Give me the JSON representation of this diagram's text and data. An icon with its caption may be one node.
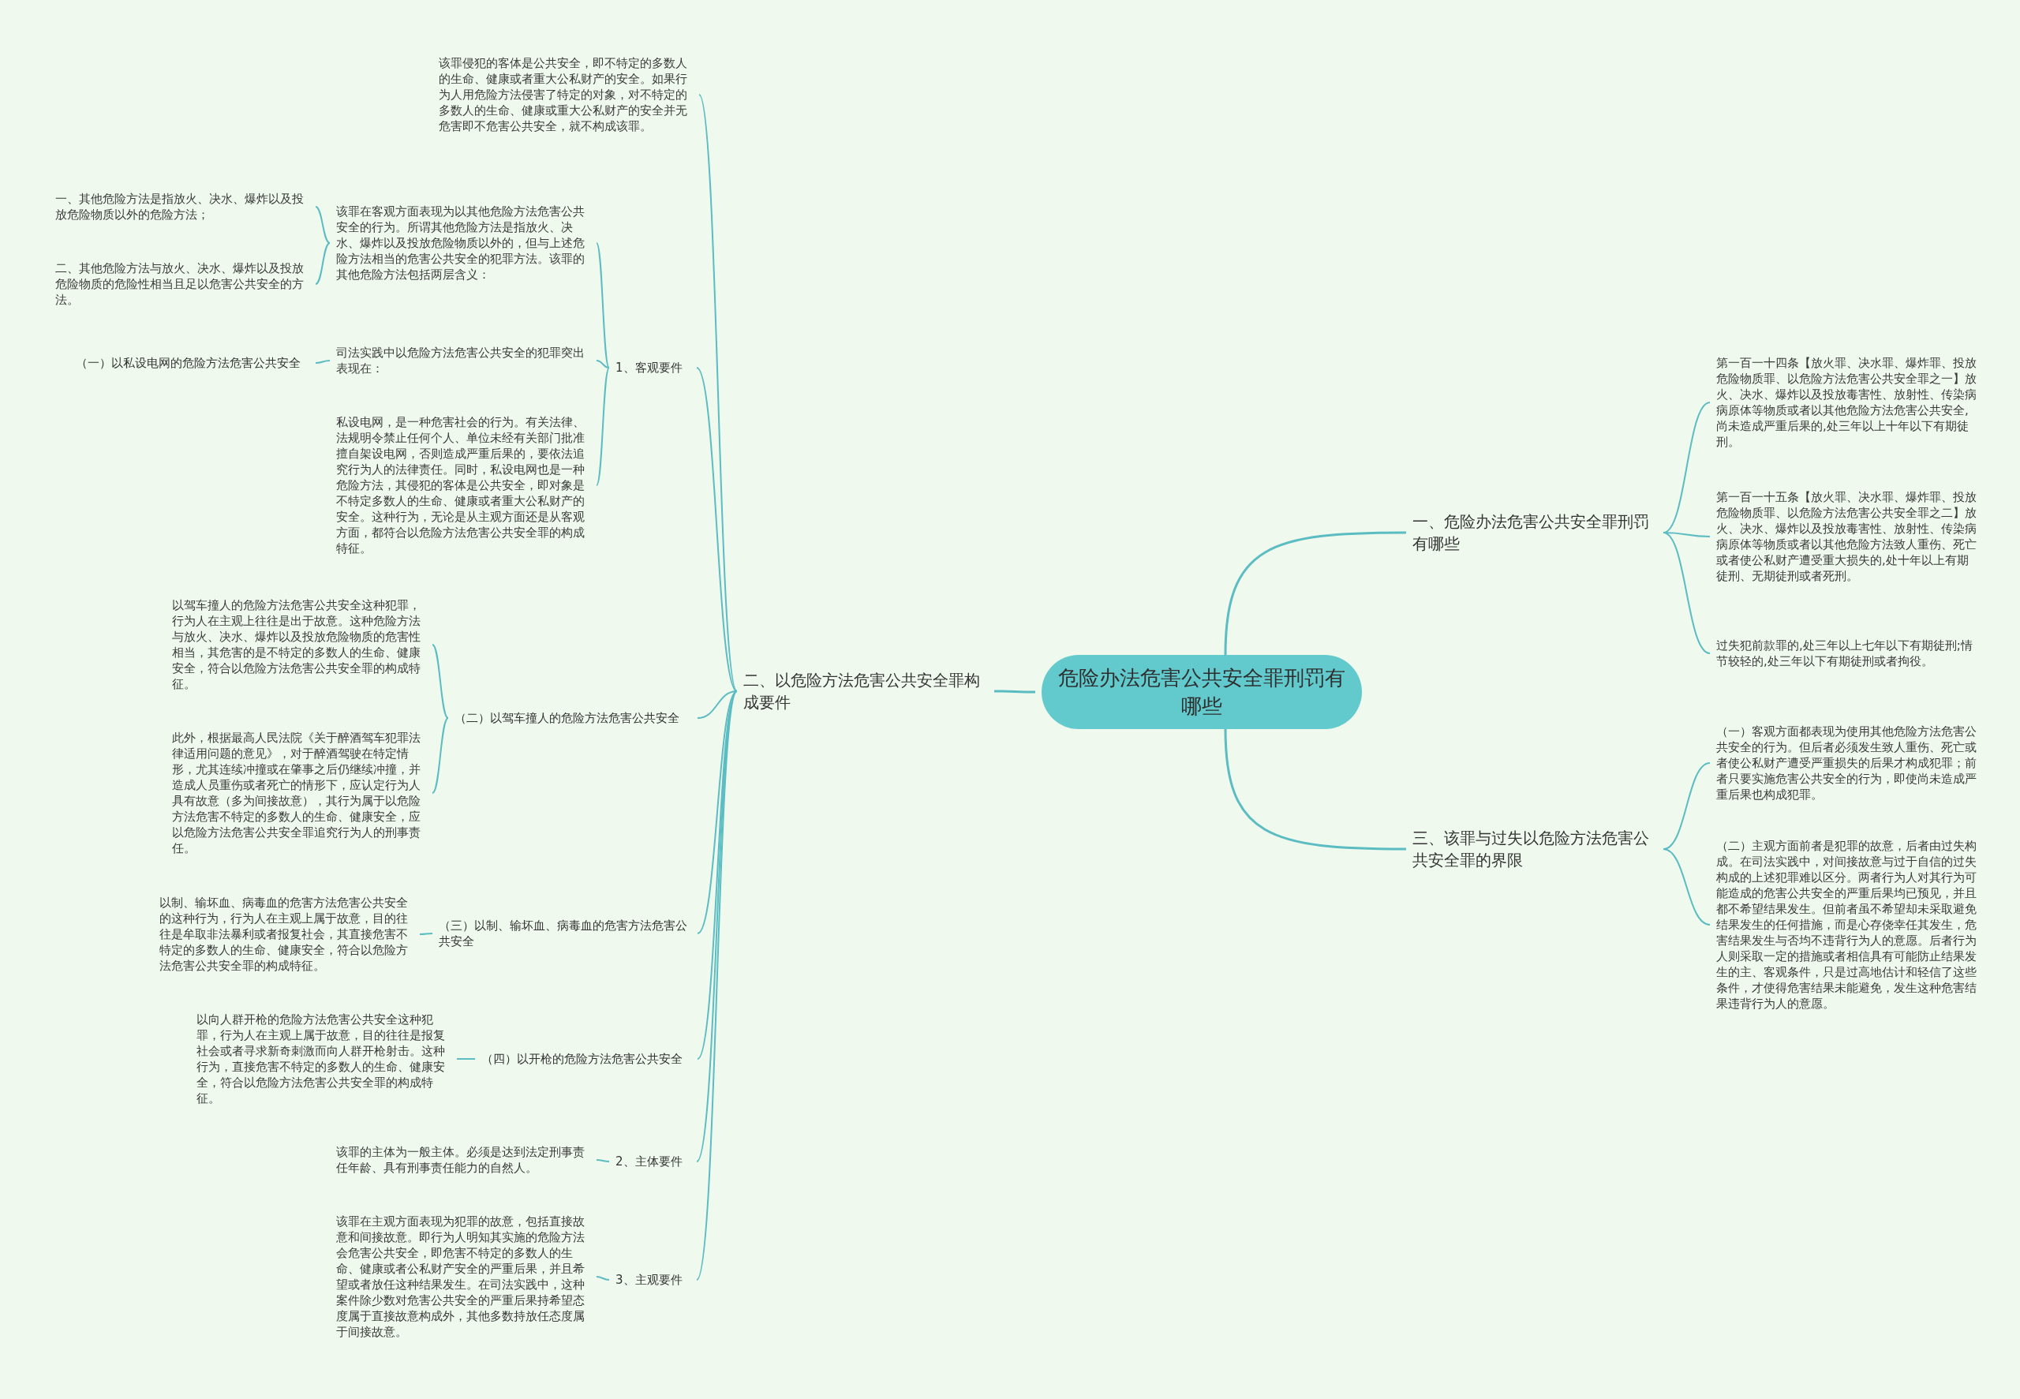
{
  "diagram": {
    "nodes": [
      {
        "text": [
          "危险办法危害公共安全罪刑罚有哪些"
        ]
      },
      {
        "text": [
          "一、危险办法危害公共安全罪刑罚有哪些"
        ]
      },
      {
        "text": [
          "第一百一十四条【放火罪、决水罪、爆炸罪、投放危险物质罪、以危险方法危害公共安全罪之一】放火、决水、爆炸以及投放毒害性、放射性、传染病病原体等物质或者以其他危险方法危害公共安全,尚未造成严重后果的,处三年以上十年以下有期徒刑。"
        ]
      },
      {
        "text": [
          "第一百一十五条【放火罪、决水罪、爆炸罪、投放危险物质罪、以危险方法危害公共安全罪之二】放火、决水、爆炸以及投放毒害性、放射性、传染病病原体等物质或者以其他危险方法致人重伤、死亡或者使公私财产遭受重大损失的,处十年以上有期徒刑、无期徒刑或者死刑。"
        ]
      },
      {
        "text": [
          "过失犯前款罪的,处三年以上七年以下有期徒刑;情节较轻的,处三年以下有期徒刑或者拘役。"
        ]
      },
      {
        "text": [
          "三、该罪与过失以危险方法危害公共安全罪的界限"
        ]
      },
      {
        "text": [
          "（一）客观方面都表现为使用其他危险方法危害公共安全的行为。但后者必须发生致人重伤、死亡或者使公私财产遭受严重损失的后果才构成犯罪；前者只要实施危害公共安全的行为，即使尚未造成严重后果也构成犯罪。"
        ]
      },
      {
        "text": [
          "（二）主观方面前者是犯罪的故意，后者由过失构成。在司法实践中，对间接故意与过于自信的过失构成的上述犯罪难以区分。两者行为人对其行为可能造成的危害公共安全的严重后果均已预见，并且都不希望结果发生。但前者虽不希望却未采取避免结果发生的任何措施，而是心存侥幸任其发生，危害结果发生与否均不违背行为人的意愿。后者行为人则采取一定的措施或者相信具有可能防止结果发生的主、客观条件，只是过高地估计和轻信了这些条件，才使得危害结果未能避免，发生这种危害结果违背行为人的意愿。"
        ]
      },
      {
        "text": [
          "二、以危险方法危害公共安全罪构成要件"
        ]
      },
      {
        "text": [
          "1、客观要件"
        ]
      },
      {
        "text": [
          "该罪侵犯的客体是公共安全，即不特定的多数人的生命、健康或者重大公私财产的安全。如果行为人用危险方法侵害了特定的对象，对不特定的多数人的生命、健康或重大公私财产的安全并无危害即不危害公共安全，就不构成该罪。"
        ]
      },
      {
        "text": [
          "该罪在客观方面表现为以其他危险方法危害公共安全的行为。所谓其他危险方法是指放火、决水、爆炸以及投放危险物质以外的，但与上述危险方法相当的危害公共安全的犯罪方法。该罪的其他危险方法包括两层含义："
        ]
      },
      {
        "text": [
          "一、其他危险方法是指放火、决水、爆炸以及投放危险物质以外的危险方法；"
        ]
      },
      {
        "text": [
          "二、其他危险方法与放火、决水、爆炸以及投放危险物质的危险性相当且足以危害公共安全的方法。"
        ]
      },
      {
        "text": [
          "司法实践中以危险方法危害公共安全的犯罪突出表现在："
        ]
      },
      {
        "text": [
          "（一）以私设电网的危险方法危害公共安全"
        ]
      },
      {
        "text": [
          "私设电网，是一种危害社会的行为。有关法律、法规明令禁止任何个人、单位未经有关部门批准擅自架设电网，否则造成严重后果的，要依法追究行为人的法律责任。同时，私设电网也是一种危险方法，其侵犯的客体是公共安全，即对象是不特定多数人的生命、健康或者重大公私财产的安全。这种行为，无论是从主观方面还是从客观方面，都符合以危险方法危害公共安全罪的构成特征。"
        ]
      },
      {
        "text": [
          "（二）以驾车撞人的危险方法危害公共安全"
        ]
      },
      {
        "text": [
          "以驾车撞人的危险方法危害公共安全这种犯罪，行为人在主观上往往是出于故意。这种危险方法与放火、决水、爆炸以及投放危险物质的危害性相当，其危害的是不特定的多数人的生命、健康安全，符合以危险方法危害公共安全罪的构成特征。"
        ]
      },
      {
        "text": [
          "此外，根据最高人民法院《关于醉酒驾车犯罪法律适用问题的意见》，对于醉酒驾驶在特定情形，尤其连续冲撞或在肇事之后仍继续冲撞，并造成人员重伤或者死亡的情形下，应认定行为人具有故意（多为间接故意），其行为属于以危险方法危害不特定的多数人的生命、健康安全，应以危险方法危害公共安全罪追究行为人的刑事责任。"
        ]
      },
      {
        "text": [
          "（三）以制、输坏血、病毒血的危害方法危害公共安全"
        ]
      },
      {
        "text": [
          "以制、输坏血、病毒血的危害方法危害公共安全的这种行为，行为人在主观上属于故意，目的往往是牟取非法暴利或者报复社会，其直接危害不特定的多数人的生命、健康安全，符合以危险方法危害公共安全罪的构成特征。"
        ]
      },
      {
        "text": [
          "（四）以开枪的危险方法危害公共安全"
        ]
      },
      {
        "text": [
          "以向人群开枪的危险方法危害公共安全这种犯罪，行为人在主观上属于故意，目的往往是报复社会或者寻求新奇刺激而向人群开枪射击。这种行为，直接危害不特定的多数人的生命、健康安全，符合以危险方法危害公共安全罪的构成特征。"
        ]
      },
      {
        "text": [
          "2、主体要件"
        ]
      },
      {
        "text": [
          "该罪的主体为一般主体。必须是达到法定刑事责任年龄、具有刑事责任能力的自然人。"
        ]
      },
      {
        "text": [
          "3、主观要件"
        ]
      },
      {
        "text": [
          "该罪在主观方面表现为犯罪的故意，包括直接故意和间接故意。即行为人明知其实施的危险方法会危害公共安全，即危害不特定的多数人的生命、健康或者公私财产安全的严重后果，并且希望或者放任这种结果发生。在司法实践中，这种案件除少数对危害公共安全的严重后果持希望态度属于直接故意构成外，其他多数持放任态度属于间接故意。"
        ]
      }
    ],
    "edges": [
      {
        "from": 0,
        "to": 1,
        "arrow": "none"
      },
      {
        "from": 1,
        "to": 2,
        "arrow": "none"
      },
      {
        "from": 1,
        "to": 3,
        "arrow": "none"
      },
      {
        "from": 1,
        "to": 4,
        "arrow": "none"
      },
      {
        "from": 0,
        "to": 5,
        "arrow": "none"
      },
      {
        "from": 5,
        "to": 6,
        "arrow": "none"
      },
      {
        "from": 5,
        "to": 7,
        "arrow": "none"
      },
      {
        "from": 0,
        "to": 8,
        "arrow": "none"
      },
      {
        "from": 8,
        "to": 10,
        "arrow": "none"
      },
      {
        "from": 8,
        "to": 9,
        "arrow": "none"
      },
      {
        "from": 9,
        "to": 11,
        "arrow": "none"
      },
      {
        "from": 11,
        "to": 12,
        "arrow": "none"
      },
      {
        "from": 11,
        "to": 13,
        "arrow": "none"
      },
      {
        "from": 9,
        "to": 14,
        "arrow": "none"
      },
      {
        "from": 14,
        "to": 15,
        "arrow": "none"
      },
      {
        "from": 9,
        "to": 16,
        "arrow": "none"
      },
      {
        "from": 8,
        "to": 17,
        "arrow": "none"
      },
      {
        "from": 17,
        "to": 18,
        "arrow": "none"
      },
      {
        "from": 17,
        "to": 19,
        "arrow": "none"
      },
      {
        "from": 8,
        "to": 20,
        "arrow": "none"
      },
      {
        "from": 20,
        "to": 21,
        "arrow": "none"
      },
      {
        "from": 8,
        "to": 22,
        "arrow": "none"
      },
      {
        "from": 22,
        "to": 23,
        "arrow": "none"
      },
      {
        "from": 8,
        "to": 24,
        "arrow": "none"
      },
      {
        "from": 24,
        "to": 25,
        "arrow": "none"
      },
      {
        "from": 8,
        "to": 26,
        "arrow": "none"
      },
      {
        "from": 26,
        "to": 27,
        "arrow": "none"
      }
    ]
  }
}
